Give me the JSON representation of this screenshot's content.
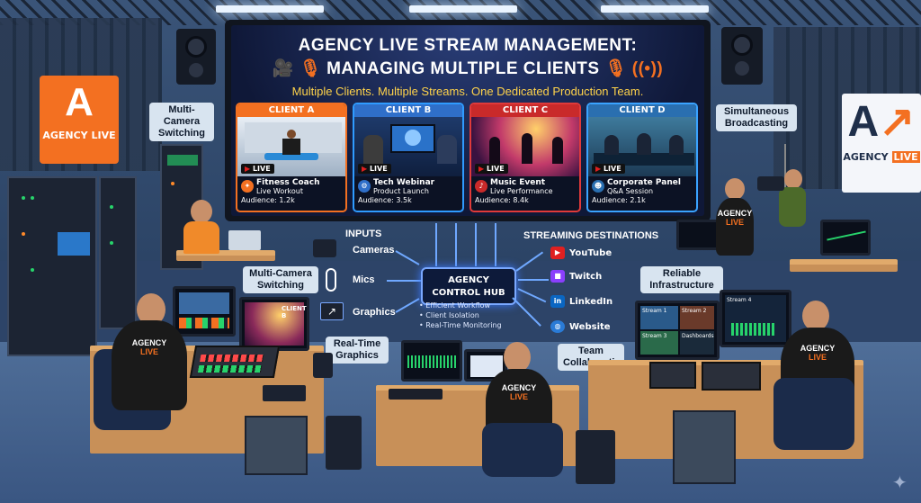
{
  "screen": {
    "title_line1": "AGENCY LIVE STREAM MANAGEMENT:",
    "title_line2": "MANAGING MULTIPLE CLIENTS",
    "subtitle": "Multiple Clients. Multiple Streams. One Dedicated Production Team."
  },
  "clients": [
    {
      "tag": "CLIENT A",
      "live": "LIVE",
      "name": "Fitness Coach",
      "detail": "Live Workout",
      "audience": "Audience: 1.2k",
      "color": "#f37021"
    },
    {
      "tag": "CLIENT B",
      "live": "LIVE",
      "name": "Tech Webinar",
      "detail": "Product Launch",
      "audience": "Audience: 3.5k",
      "color": "#2f9bff"
    },
    {
      "tag": "CLIENT C",
      "live": "LIVE",
      "name": "Music Event",
      "detail": "Live Performance",
      "audience": "Audience: 8.4k",
      "color": "#e03a3a"
    },
    {
      "tag": "CLIENT D",
      "live": "LIVE",
      "name": "Corporate Panel",
      "detail": "Q&A Session",
      "audience": "Audience: 2.1k",
      "color": "#3aa3ff"
    }
  ],
  "callouts": {
    "multi_camera_top": "Multi-Camera Switching",
    "simultaneous": "Simultaneous Broadcasting",
    "multi_camera_mid": "Multi-Camera Switching",
    "real_time_graphics": "Real-Time Graphics",
    "reliable": "Reliable Infrastructure",
    "team": "Team Collaboration"
  },
  "inputs": {
    "heading": "INPUTS",
    "items": [
      "Cameras",
      "Mics",
      "Graphics"
    ]
  },
  "hub": {
    "line1": "AGENCY",
    "line2": "CONTROL HUB",
    "notes": [
      "• Efficient Workflow",
      "• Client Isolation",
      "• Real-Time Monitoring"
    ]
  },
  "destinations": {
    "heading": "STREAMING DESTINATIONS",
    "items": [
      {
        "label": "YouTube",
        "icon": "youtube-icon",
        "color": "#e02020",
        "glyph": "▶"
      },
      {
        "label": "Twitch",
        "icon": "twitch-icon",
        "color": "#8a3ffc",
        "glyph": "■"
      },
      {
        "label": "LinkedIn",
        "icon": "linkedin-icon",
        "color": "#0a66c2",
        "glyph": "in"
      },
      {
        "label": "Website",
        "icon": "globe-icon",
        "color": "#2a7bd6",
        "glyph": "◍"
      }
    ]
  },
  "brand": {
    "agency": "AGENCY",
    "live": "LIVE",
    "orange": "#f37021"
  },
  "monitors": {
    "stream1": "Stream 1",
    "stream2": "Stream 2",
    "stream3": "Stream 3",
    "dashboard": "Dashboards",
    "stream4": "Stream 4",
    "client_tag": "CLIENT B"
  }
}
